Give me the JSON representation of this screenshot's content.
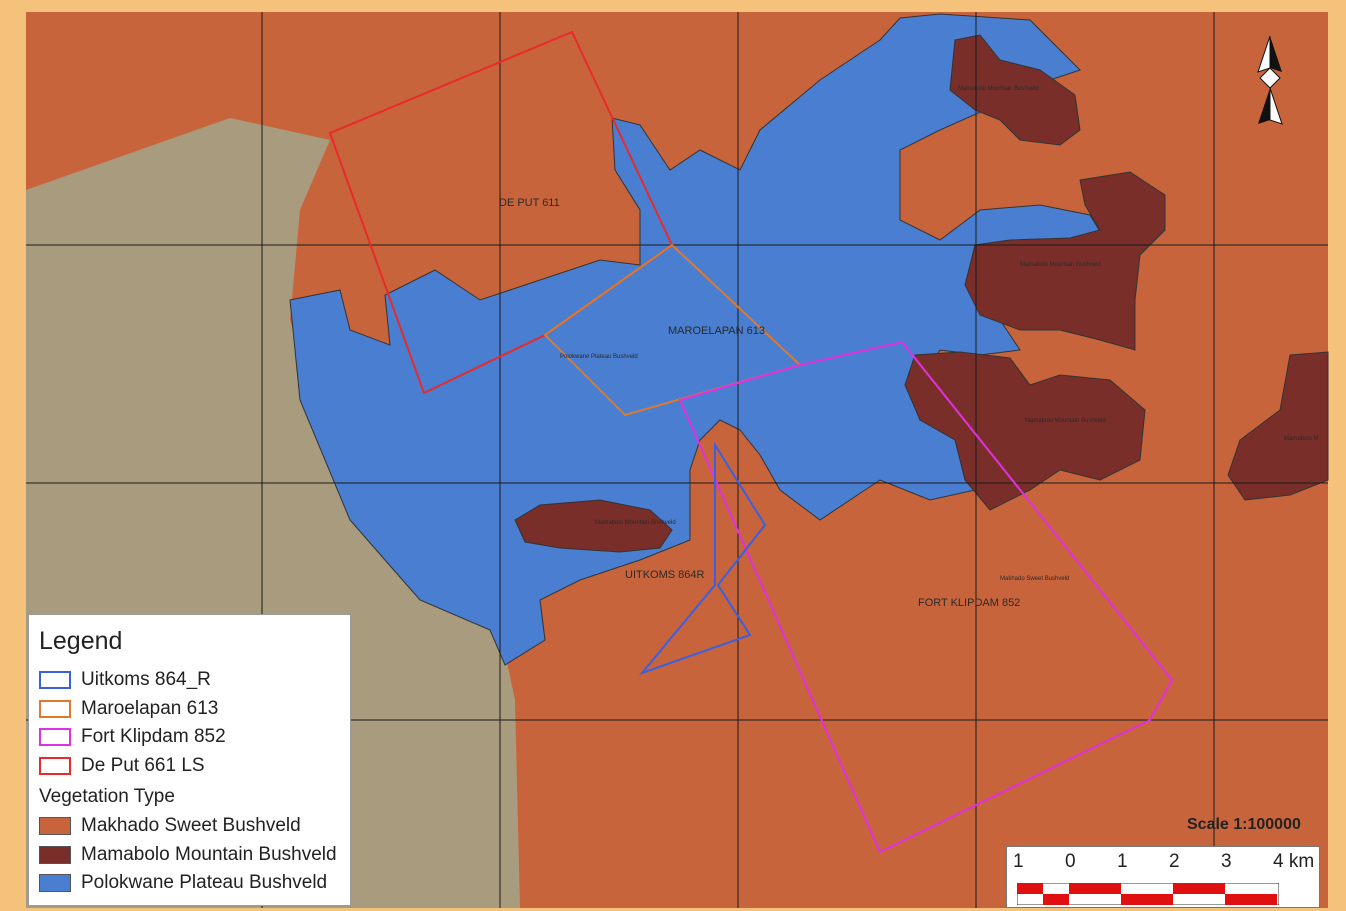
{
  "legend": {
    "title": "Legend",
    "boundaries": [
      {
        "label": "Uitkoms 864_R",
        "color": "#3a5fe0"
      },
      {
        "label": "Maroelapan 613",
        "color": "#e07a2a"
      },
      {
        "label": "Fort Klipdam 852",
        "color": "#e030e0"
      },
      {
        "label": "De Put 661 LS",
        "color": "#e82a2a"
      }
    ],
    "vegetation_heading": "Vegetation Type",
    "vegetation": [
      {
        "label": "Makhado Sweet Bushveld",
        "color": "#c8643c"
      },
      {
        "label": "Mamabolo Mountain Bushveld",
        "color": "#7a2e2a"
      },
      {
        "label": "Polokwane Plateau Bushveld",
        "color": "#4a7ed0"
      }
    ]
  },
  "map_labels": {
    "de_put": "DE PUT 611",
    "maroelapan": "MAROELAPAN 613",
    "uitkoms": "UITKOMS 864R",
    "fort_klipdam": "FORT KLIPDAM 852",
    "polokwane_plateau": "Polokwane Plateau Bushveld",
    "mamabolo_1": "Mamabolo Mountain Bushveld",
    "mamabolo_2": "Mamabolo Mountain Bushveld",
    "mamabolo_3": "Mamabolo Mountain Bushveld",
    "mamabolo_4": "Mamabolo Mountain Bushveld",
    "mamabolo_5": "Mamabolo M",
    "makhado": "Makhado Sweet Bushveld"
  },
  "scale": {
    "title": "Scale 1:100000",
    "ticks": [
      "1",
      "0",
      "1",
      "2",
      "3",
      "4 km"
    ]
  },
  "colors": {
    "makhado": "#c8643c",
    "mamabolo": "#7a2e2a",
    "polokwane": "#4a7ed0",
    "bare_ground": "#a99c7e",
    "grid": "#1a1a1a"
  },
  "north_arrow": "north-arrow-icon"
}
